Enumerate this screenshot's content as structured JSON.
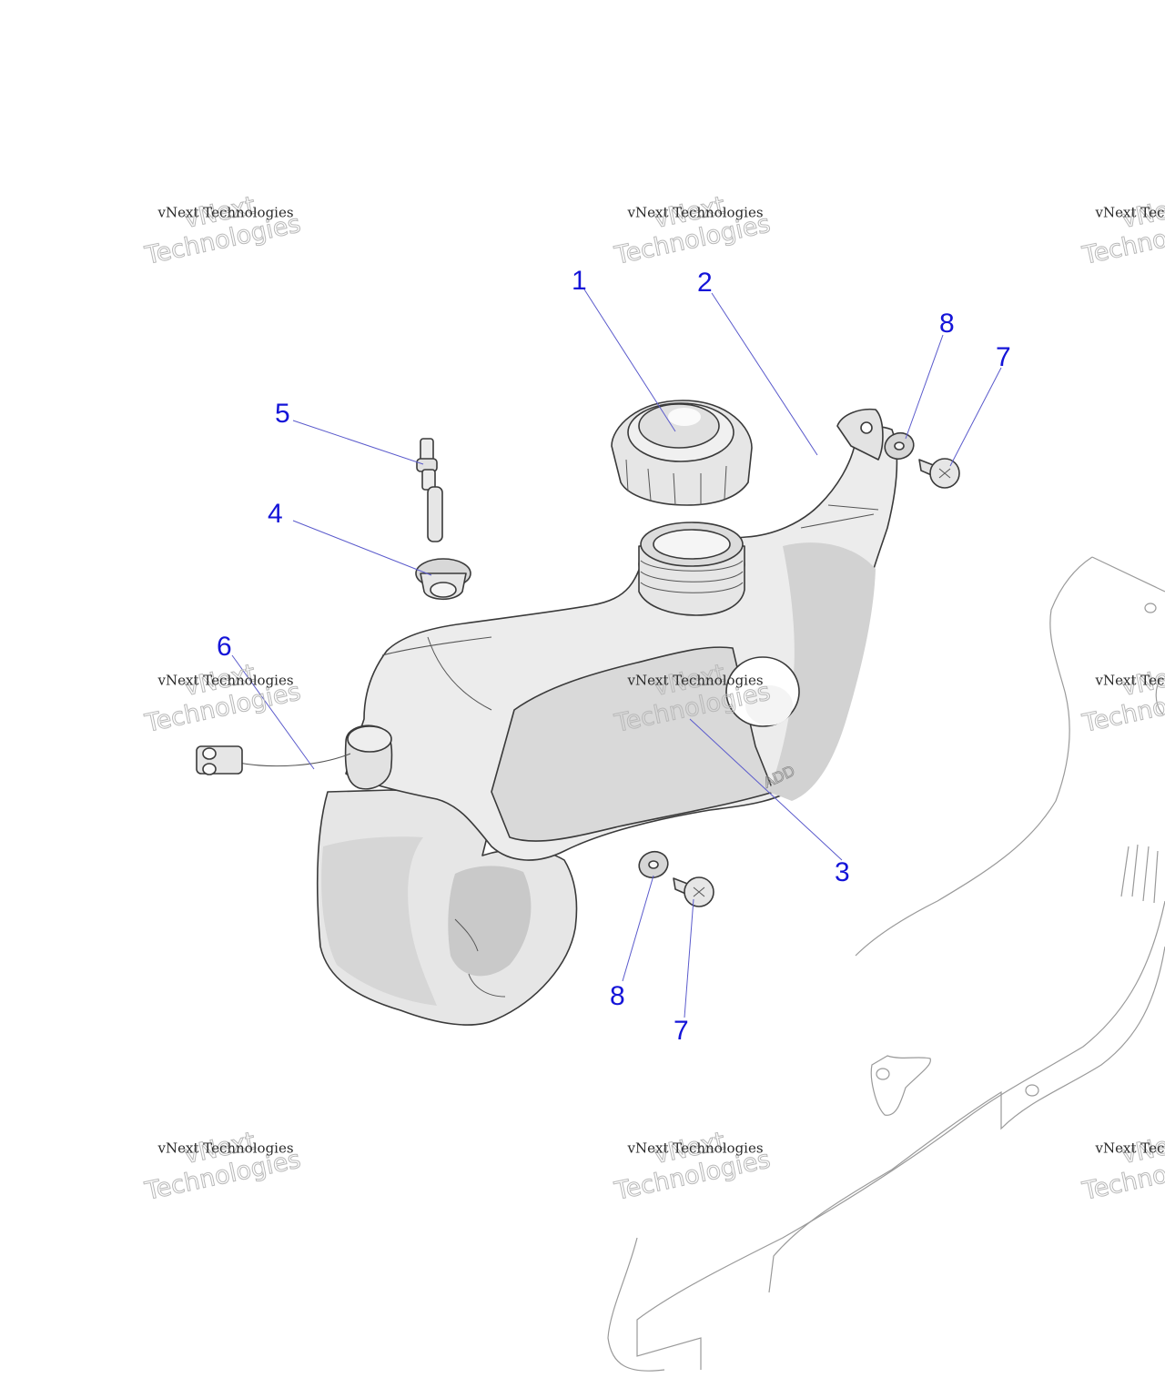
{
  "watermark": {
    "line_small": "vNext Technologies",
    "line_large_1": "vNext",
    "line_large_2": "Technologies"
  },
  "callouts": [
    {
      "id": "c1",
      "label": "1"
    },
    {
      "id": "c2",
      "label": "2"
    },
    {
      "id": "c3",
      "label": "3"
    },
    {
      "id": "c4",
      "label": "4"
    },
    {
      "id": "c5",
      "label": "5"
    },
    {
      "id": "c6",
      "label": "6"
    },
    {
      "id": "c7a",
      "label": "7"
    },
    {
      "id": "c7b",
      "label": "7"
    },
    {
      "id": "c8a",
      "label": "8"
    },
    {
      "id": "c8b",
      "label": "8"
    }
  ],
  "tank_mark": "ADD",
  "colors": {
    "callout": "#1414d8",
    "leader": "#5a5acc",
    "part_fill": "#e6e6e6",
    "part_shade": "#cfcfcf"
  }
}
